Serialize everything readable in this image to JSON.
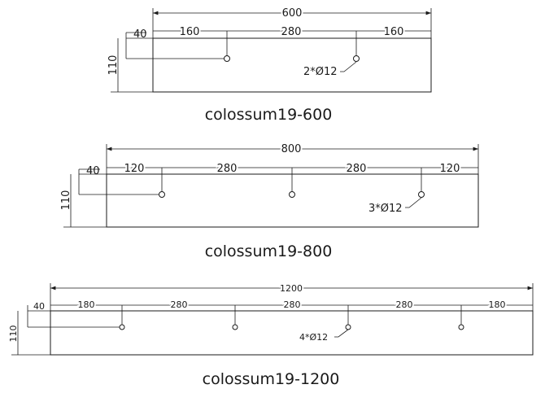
{
  "drawings": [
    {
      "name": "colossum19-600",
      "caption": "colossum19-600",
      "total_width": "600",
      "height": "110",
      "hole_offset": "40",
      "spacings": [
        "160",
        "280",
        "160"
      ],
      "hole_note": "2*Ø12"
    },
    {
      "name": "colossum19-800",
      "caption": "colossum19-800",
      "total_width": "800",
      "height": "110",
      "hole_offset": "40",
      "spacings": [
        "120",
        "280",
        "280",
        "120"
      ],
      "hole_note": "3*Ø12"
    },
    {
      "name": "colossum19-1200",
      "caption": "colossum19-1200",
      "total_width": "1200",
      "height": "110",
      "hole_offset": "40",
      "spacings": [
        "180",
        "280",
        "280",
        "280",
        "180"
      ],
      "hole_note": "4*Ø12"
    }
  ]
}
